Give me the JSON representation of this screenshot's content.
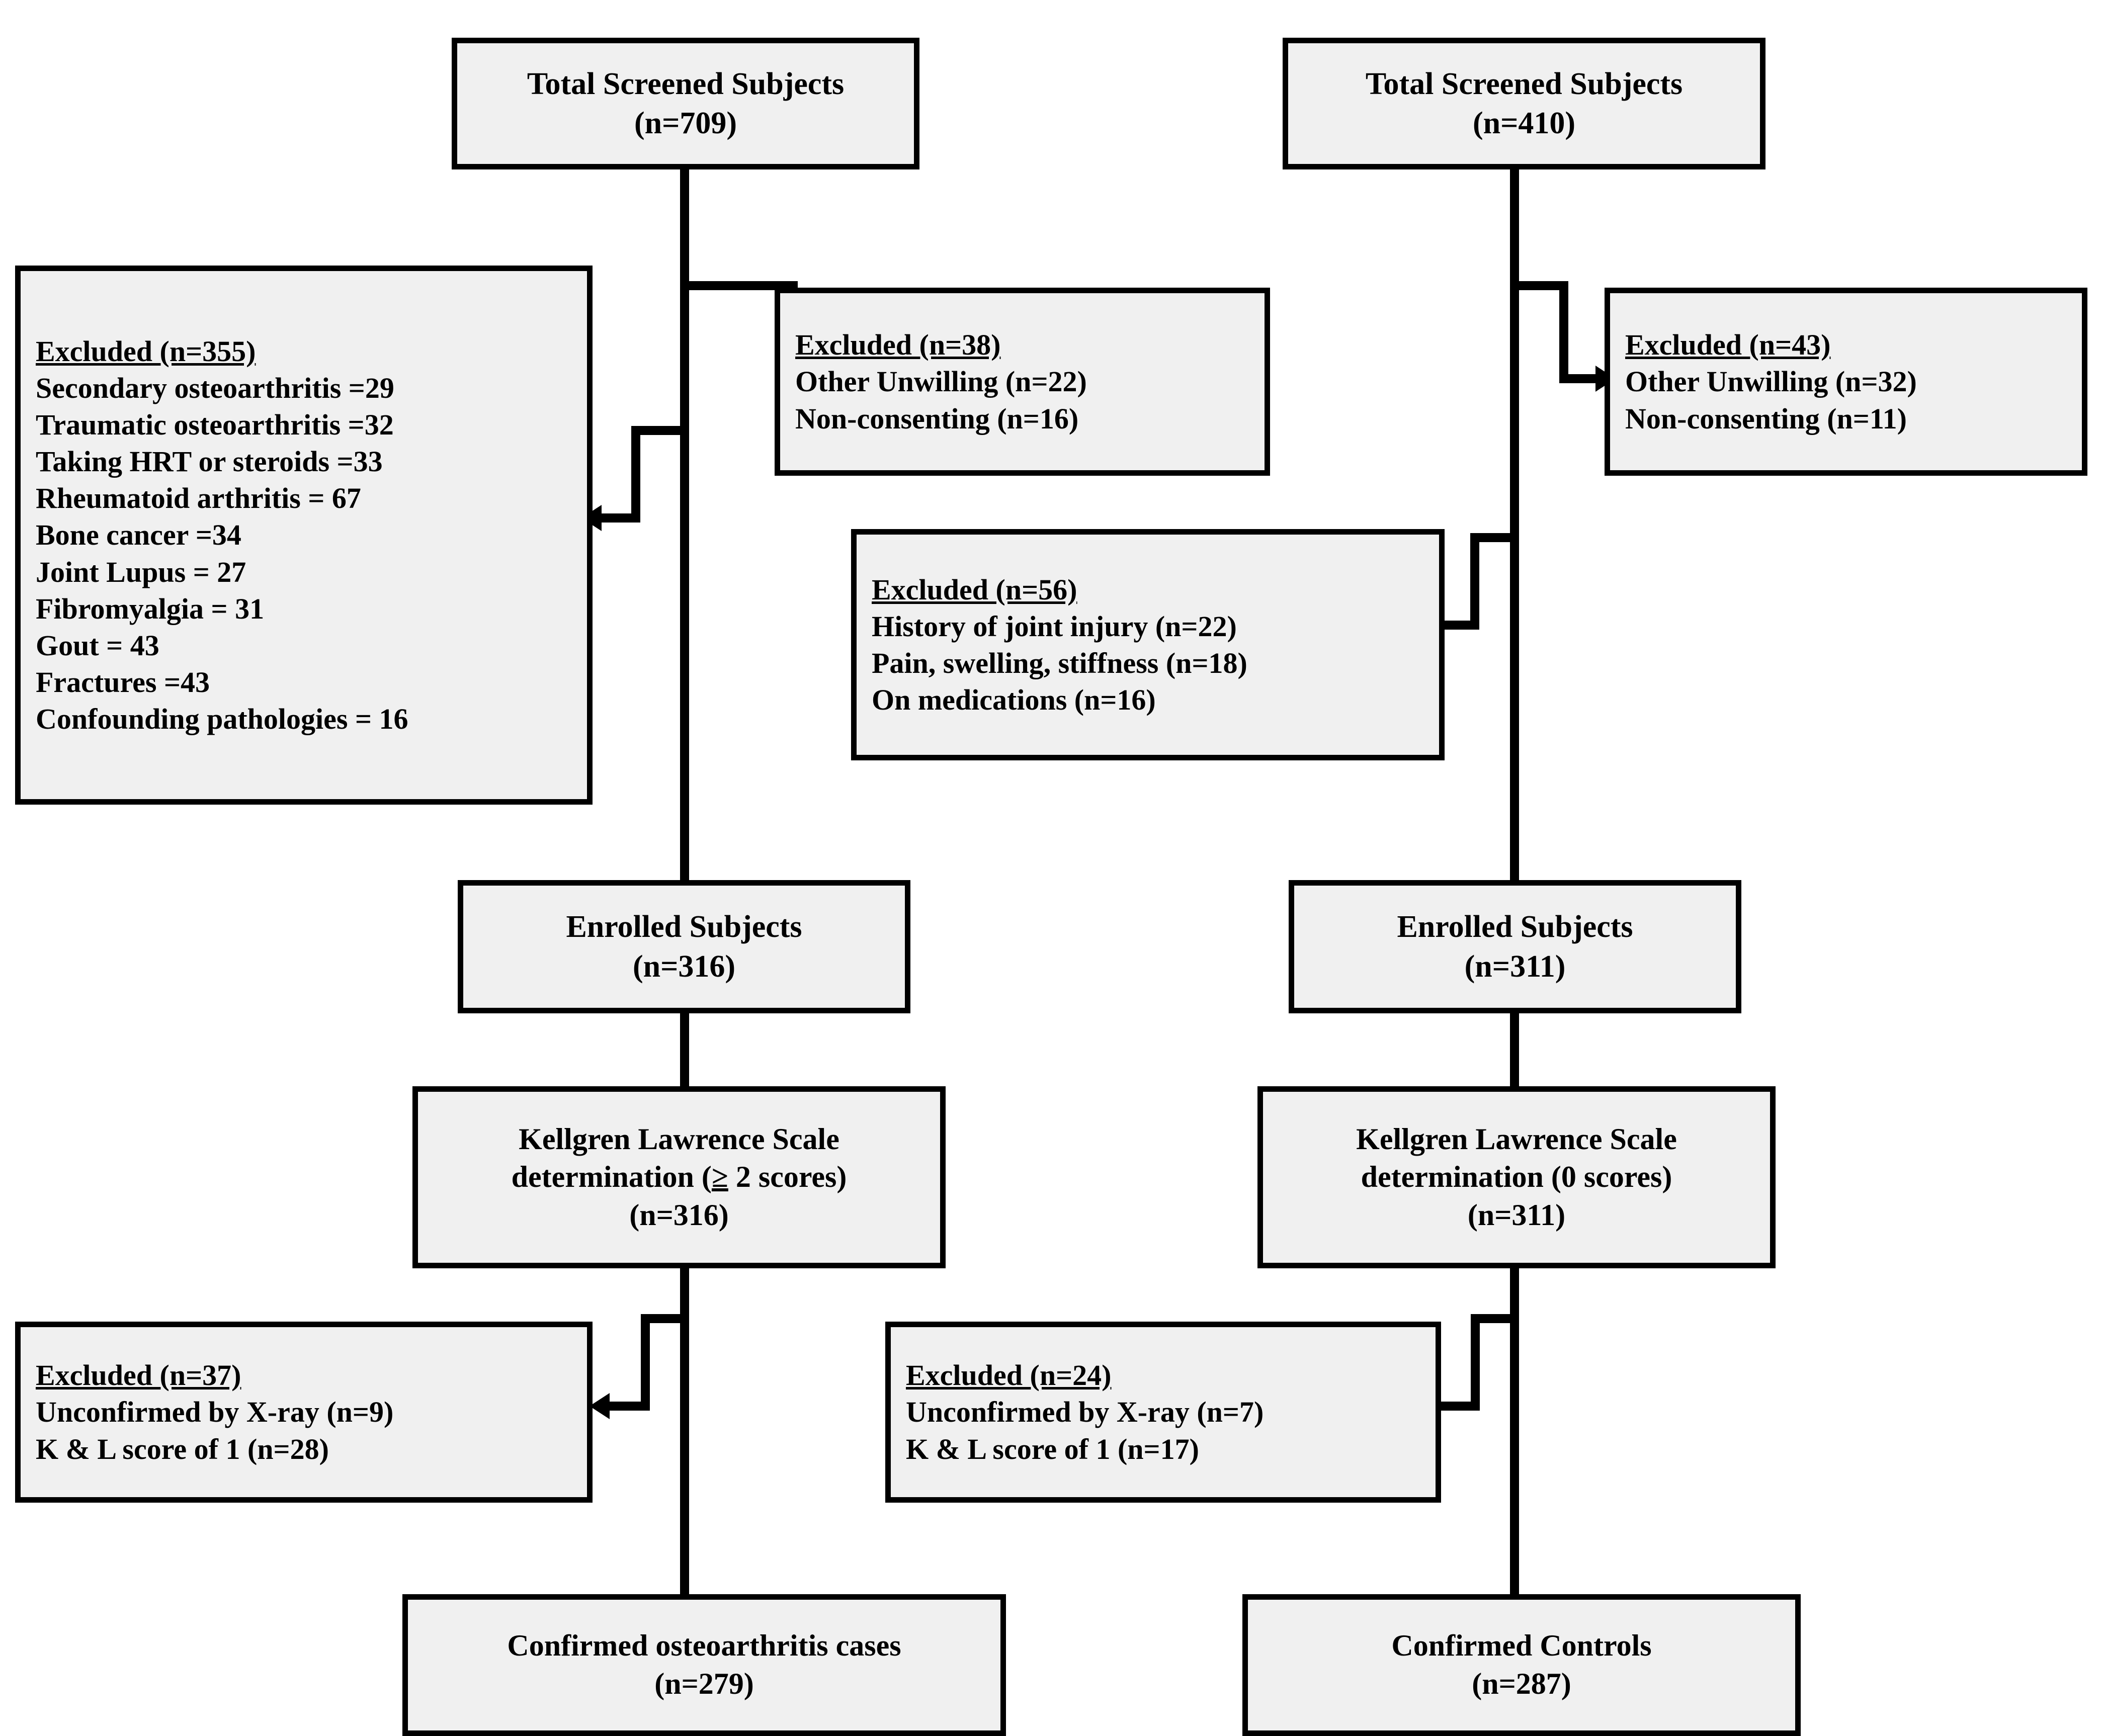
{
  "diagram": {
    "type": "study-flow-diagram",
    "colors": {
      "box_fill": "#f0f0f0",
      "border": "#000000",
      "background": "#ffffff"
    },
    "branches": {
      "cases": {
        "screened": {
          "title": "Total Screened Subjects",
          "count": "(n=709)"
        },
        "excluded_criteria": {
          "header": "Excluded (n=355)",
          "items": [
            "Secondary osteoarthritis =29",
            "Traumatic osteoarthritis =32",
            "Taking HRT or steroids =33",
            "Rheumatoid arthritis = 67",
            "Bone cancer =34",
            "Joint Lupus = 27",
            "Fibromyalgia = 31",
            "Gout = 43",
            "Fractures =43",
            "Confounding pathologies = 16"
          ]
        },
        "excluded_consent": {
          "header": "Excluded (n=38)",
          "items": [
            "Other Unwilling (n=22)",
            "Non-consenting (n=16)"
          ]
        },
        "enrolled": {
          "title": "Enrolled Subjects",
          "count": "(n=316)"
        },
        "scale": {
          "line1": "Kellgren Lawrence Scale",
          "line2_pre": "determination (",
          "line2_symbol": "≥",
          "line2_post": " 2 scores)",
          "count": "(n=316)"
        },
        "excluded_xray": {
          "header": "Excluded (n=37)",
          "items": [
            "Unconfirmed by X-ray (n=9)",
            "K & L score of 1 (n=28)"
          ]
        },
        "final": {
          "title": "Confirmed osteoarthritis cases",
          "count": "(n=279)"
        }
      },
      "controls": {
        "screened": {
          "title": "Total Screened Subjects",
          "count": "(n=410)"
        },
        "excluded_consent": {
          "header": "Excluded (n=43)",
          "items": [
            "Other Unwilling (n=32)",
            "Non-consenting (n=11)"
          ]
        },
        "excluded_criteria": {
          "header": "Excluded (n=56)",
          "items": [
            "History of joint injury (n=22)",
            "Pain, swelling, stiffness (n=18)",
            "On medications (n=16)"
          ]
        },
        "enrolled": {
          "title": "Enrolled Subjects",
          "count": "(n=311)"
        },
        "scale": {
          "line1": "Kellgren Lawrence Scale",
          "line2": "determination (0 scores)",
          "count": "(n=311)"
        },
        "excluded_xray": {
          "header": "Excluded (n=24)",
          "items": [
            "Unconfirmed by X-ray (n=7)",
            "K & L score of 1 (n=17)"
          ]
        },
        "final": {
          "title": "Confirmed Controls",
          "count": "(n=287)"
        }
      }
    }
  }
}
